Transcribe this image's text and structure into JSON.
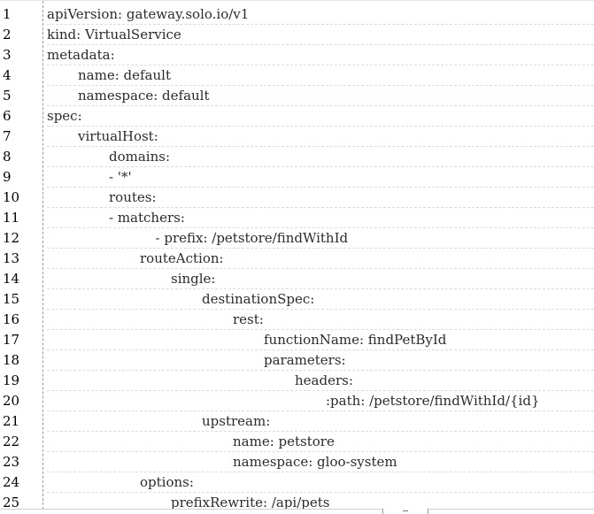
{
  "editor": {
    "lines": [
      {
        "n": "1",
        "indent": 0,
        "text": "apiVersion: gateway.solo.io/v1"
      },
      {
        "n": "2",
        "indent": 0,
        "text": "kind: VirtualService"
      },
      {
        "n": "3",
        "indent": 0,
        "text": "metadata:"
      },
      {
        "n": "4",
        "indent": 1,
        "text": "name: default"
      },
      {
        "n": "5",
        "indent": 1,
        "text": "namespace: default"
      },
      {
        "n": "6",
        "indent": 0,
        "text": "spec:"
      },
      {
        "n": "7",
        "indent": 1,
        "text": "virtualHost:"
      },
      {
        "n": "8",
        "indent": 2,
        "text": "domains:"
      },
      {
        "n": "9",
        "indent": 2,
        "text": "- '*'"
      },
      {
        "n": "10",
        "indent": 2,
        "text": "routes:"
      },
      {
        "n": "11",
        "indent": 2,
        "text": "- matchers:"
      },
      {
        "n": "12",
        "indent": 3.5,
        "text": "- prefix: /petstore/findWithId"
      },
      {
        "n": "13",
        "indent": 3,
        "text": "routeAction:"
      },
      {
        "n": "14",
        "indent": 4,
        "text": "single:"
      },
      {
        "n": "15",
        "indent": 5,
        "text": "destinationSpec:"
      },
      {
        "n": "16",
        "indent": 6,
        "text": "rest:"
      },
      {
        "n": "17",
        "indent": 7,
        "text": "functionName: findPetById"
      },
      {
        "n": "18",
        "indent": 7,
        "text": "parameters:"
      },
      {
        "n": "19",
        "indent": 8,
        "text": "headers:"
      },
      {
        "n": "20",
        "indent": 9,
        "text": ":path: /petstore/findWithId/{id}"
      },
      {
        "n": "21",
        "indent": 5,
        "text": "upstream:"
      },
      {
        "n": "22",
        "indent": 6,
        "text": "name: petstore"
      },
      {
        "n": "23",
        "indent": 6,
        "text": "namespace: gloo-system"
      },
      {
        "n": "24",
        "indent": 3,
        "text": "options:"
      },
      {
        "n": "25",
        "indent": 4,
        "text": "prefixRewrite: /api/pets"
      }
    ]
  }
}
